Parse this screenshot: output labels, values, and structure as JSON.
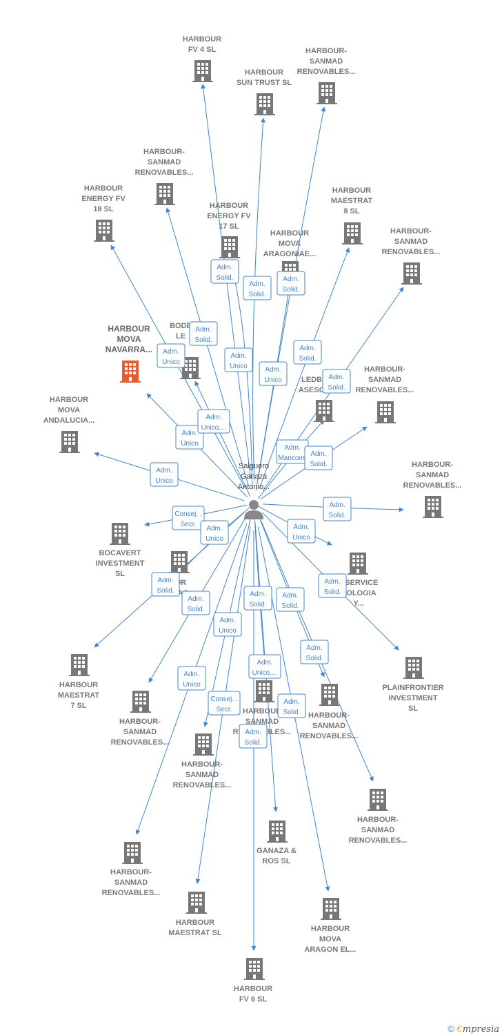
{
  "colors": {
    "edge": "#3d85d6",
    "building": "#777777",
    "highlight": "#f05a28",
    "person": "#888888"
  },
  "center": {
    "name_lines": [
      "Salguero",
      "Ganaza",
      "Antonio..."
    ],
    "icon": "person-icon"
  },
  "nodes": [
    {
      "id": "n1",
      "lines": [
        "HARBOUR",
        "FV 4  SL"
      ]
    },
    {
      "id": "n2",
      "lines": [
        "HARBOUR",
        "SUN TRUST  SL"
      ]
    },
    {
      "id": "n3",
      "lines": [
        "HARBOUR-",
        "SANMAD",
        "RENOVABLES..."
      ]
    },
    {
      "id": "n4",
      "lines": [
        "HARBOUR-",
        "SANMAD",
        "RENOVABLES..."
      ]
    },
    {
      "id": "n5",
      "lines": [
        "HARBOUR",
        "ENERGY FV",
        "18  SL"
      ]
    },
    {
      "id": "n6",
      "lines": [
        "HARBOUR",
        "ENERGY FV",
        "17  SL"
      ]
    },
    {
      "id": "n7",
      "lines": [
        "HARBOUR",
        "MAESTRAT",
        "8  SL"
      ]
    },
    {
      "id": "n8",
      "lines": [
        "HARBOUR",
        "MOVA",
        "ARAGONIAE..."
      ]
    },
    {
      "id": "n9",
      "lines": [
        "HARBOUR-",
        "SANMAD",
        "RENOVABLES..."
      ]
    },
    {
      "id": "n10",
      "lines": [
        "HARBOUR",
        "MOVA",
        "NAVARRA..."
      ],
      "highlight": true
    },
    {
      "id": "n11",
      "lines": [
        "BODE",
        "LE",
        "IN"
      ]
    },
    {
      "id": "n12",
      "lines": [
        "LEDB",
        "ASESO"
      ]
    },
    {
      "id": "n13",
      "lines": [
        "HARBOUR-",
        "SANMAD",
        "RENOVABLES..."
      ]
    },
    {
      "id": "n14",
      "lines": [
        "HARBOUR",
        "MOVA",
        "ANDALUCIA..."
      ]
    },
    {
      "id": "n15",
      "lines": [
        "HARBOUR-",
        "SANMAD",
        "RENOVABLES..."
      ]
    },
    {
      "id": "n16",
      "lines": [
        "BOCAVERT",
        "INVESTMENT",
        "SL"
      ]
    },
    {
      "id": "n17",
      "lines": [
        "OUR",
        "ARAG"
      ]
    },
    {
      "id": "n18",
      "lines": [
        "OSERVICE",
        "NOLOGIA",
        "Y..."
      ]
    },
    {
      "id": "n19",
      "lines": [
        "HARBOUR",
        "MAESTRAT",
        "7  SL"
      ]
    },
    {
      "id": "n20",
      "lines": [
        "PLAINFRONTIER",
        "INVESTMENT",
        "SL"
      ]
    },
    {
      "id": "n21",
      "lines": [
        "HARBOUR-",
        "SANMAD",
        "RENOVABLES..."
      ]
    },
    {
      "id": "n22",
      "lines": [
        "HARBOUR",
        "SANMAD",
        "RENOVABLES..."
      ]
    },
    {
      "id": "n23",
      "lines": [
        "HARBOUR-",
        "SANMAD",
        "RENOVABLES..."
      ]
    },
    {
      "id": "n24",
      "lines": [
        "HARBOUR-",
        "SANMAD",
        "RENOVABLES..."
      ]
    },
    {
      "id": "n25",
      "lines": [
        "HARBOUR-",
        "SANMAD",
        "RENOVABLES..."
      ]
    },
    {
      "id": "n26",
      "lines": [
        "GANAZA &",
        "ROS  SL"
      ]
    },
    {
      "id": "n27",
      "lines": [
        "HARBOUR-",
        "SANMAD",
        "RENOVABLES..."
      ]
    },
    {
      "id": "n28",
      "lines": [
        "HARBOUR",
        "MAESTRAT  SL"
      ]
    },
    {
      "id": "n29",
      "lines": [
        "HARBOUR",
        "MOVA",
        "ARAGON EL..."
      ]
    },
    {
      "id": "n30",
      "lines": [
        "HARBOUR",
        "FV 6  SL"
      ]
    }
  ],
  "edges": [
    {
      "to": "n1",
      "role": [
        "Adm.",
        "Solid."
      ]
    },
    {
      "to": "n2",
      "role": [
        "Adm.",
        "Unico"
      ]
    },
    {
      "to": "n3",
      "role": [
        "Adm.",
        "Unico"
      ]
    },
    {
      "to": "n4",
      "role": [
        "Adm.",
        "Solid."
      ]
    },
    {
      "to": "n5",
      "role": [
        "Adm.",
        "Unico"
      ]
    },
    {
      "to": "n6",
      "role": [
        "Adm.",
        "Solid."
      ]
    },
    {
      "to": "n7",
      "role": [
        "Adm.",
        "Solid."
      ]
    },
    {
      "to": "n8",
      "role": [
        "Adm.",
        "Solid."
      ]
    },
    {
      "to": "n9",
      "role": [
        "Adm.",
        "Solid."
      ]
    },
    {
      "to": "n10",
      "role": [
        "Adm.",
        "Unico"
      ]
    },
    {
      "to": "n11",
      "role": [
        "Adm.",
        "Unico,..."
      ]
    },
    {
      "to": "n12",
      "role": [
        "Adm.",
        "Mancom."
      ]
    },
    {
      "to": "n13",
      "role": [
        "Adm.",
        "Solid."
      ]
    },
    {
      "to": "n14",
      "role": [
        "Adm.",
        "Unico"
      ]
    },
    {
      "to": "n15",
      "role": [
        "Adm.",
        "Solid."
      ]
    },
    {
      "to": "n16",
      "role": [
        "Consej. ,",
        "Secr."
      ]
    },
    {
      "to": "n17",
      "role": [
        "Adm.",
        "Unico"
      ]
    },
    {
      "to": "n18",
      "role": [
        "Adm.",
        "Unico"
      ]
    },
    {
      "to": "n19",
      "role": [
        "Adm.",
        "Solid."
      ]
    },
    {
      "to": "n20",
      "role": [
        "Adm.",
        "Solid."
      ]
    },
    {
      "to": "n21",
      "role": [
        "Adm.",
        "Solid."
      ]
    },
    {
      "to": "n22",
      "role": [
        "Adm.",
        "Solid."
      ]
    },
    {
      "to": "n23",
      "role": [
        "Adm.",
        "Solid."
      ]
    },
    {
      "to": "n24",
      "role": [
        "Adm.",
        "Unico"
      ]
    },
    {
      "to": "n25",
      "role": [
        "Adm.",
        "Solid."
      ]
    },
    {
      "to": "n26",
      "role": [
        "Adm.",
        "Unico,..."
      ]
    },
    {
      "to": "n27",
      "role": [
        "Adm.",
        "Unico"
      ]
    },
    {
      "to": "n28",
      "role": [
        "Consej. ,",
        "Secr."
      ]
    },
    {
      "to": "n29",
      "role": [
        "Adm.",
        "Solid."
      ]
    },
    {
      "to": "n30",
      "role": [
        "Adm.",
        "Solid."
      ]
    }
  ],
  "footer": {
    "copyright": "©",
    "brand_first": "€",
    "brand_rest": "mpresia"
  }
}
